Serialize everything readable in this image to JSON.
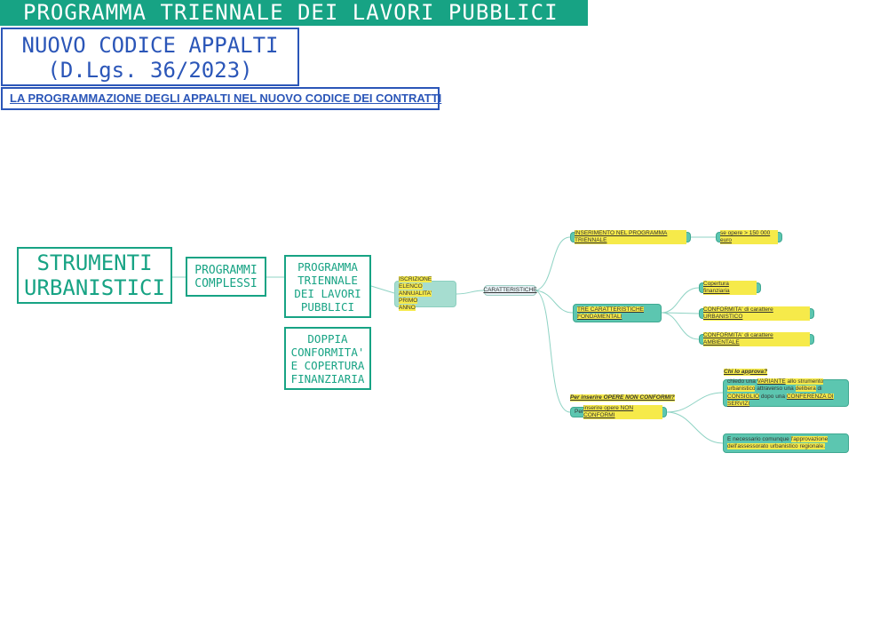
{
  "header": {
    "banner": "PROGRAMMA TRIENNALE DEI LAVORI PUBBLICI",
    "title_line1": "NUOVO CODICE APPALTI",
    "title_line2": "(D.Lgs. 36/2023)",
    "link": "LA PROGRAMMAZIONE DEGLI APPALTI NEL NUOVO CODICE DEI CONTRATTI"
  },
  "flow": {
    "strumenti": [
      "STRUMENTI",
      "URBANISTICI"
    ],
    "programmi": [
      "PROGRAMMI",
      "COMPLESSI"
    ],
    "ptlp": [
      "PROGRAMMA",
      "TRIENNALE",
      "DEI LAVORI",
      "PUBBLICI"
    ],
    "doppia": [
      "DOPPIA",
      "CONFORMITA'",
      "E COPERTURA",
      "FINANZIARIA"
    ]
  },
  "mindmap": {
    "iscrizione": [
      "ISCRIZIONE ELENCO",
      "ANNUALITA' PRIMO",
      "ANNO"
    ],
    "caratteristiche": "CARATTERISTICHE",
    "inserimento": "INSERIMENTO NEL PROGRAMMA TRIENNALE",
    "soglia": "se opere > 150 000 euro",
    "tre": [
      "TRE CARATTERISTICHE",
      "FONDAMENTALI"
    ],
    "copertura": "Copertura finanziaria",
    "urbanistico": "CONFORMITA' di carattere URBANISTICO",
    "ambientale": "CONFORMITA' di carattere AMBIENTALE",
    "q_opere": "Per inserire OPERE NON CONFORMI?",
    "per_prefix": "Per ",
    "per_text": "inserire opere NON CONFORMI",
    "q_approva": "Chi lo approva?",
    "variante": {
      "p1": "chiedo una ",
      "h1": "VARIANTE",
      "p2": " allo strumento",
      "p3": "urbanistico",
      "p4": " attraverso una ",
      "h2": "delibera",
      "p5": " di",
      "h3": "CONSIGLIO",
      "p6": " dopo una ",
      "h4": "CONFERENZA DI SERVIZI"
    },
    "comunque": {
      "p1": "E necessario comunque ",
      "h1": "l'approvazione",
      "h2": "dell'assessorato urbanistico regionale."
    }
  },
  "colors": {
    "teal": "#17a384",
    "blue": "#2b56b8",
    "node_teal": "#5cc6b0",
    "highlight": "#f6ea4a"
  }
}
